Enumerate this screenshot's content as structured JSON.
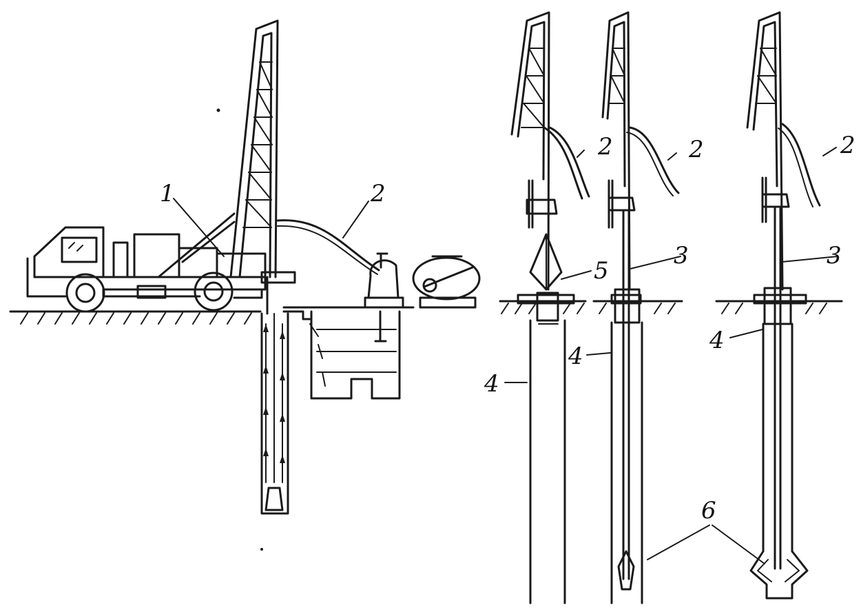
{
  "figure": {
    "panels": [
      {
        "id": "a",
        "description_free": true
      },
      {
        "id": "b"
      },
      {
        "id": "c"
      },
      {
        "id": "d"
      }
    ],
    "labels": {
      "l1": "1",
      "l2a": "2",
      "l2b": "2",
      "l2c": "2",
      "l2d": "2",
      "l3b": "3",
      "l3c": "3",
      "l4a": "4",
      "l4b": "4",
      "l4c": "4",
      "l5": "5",
      "l6": "6"
    }
  }
}
